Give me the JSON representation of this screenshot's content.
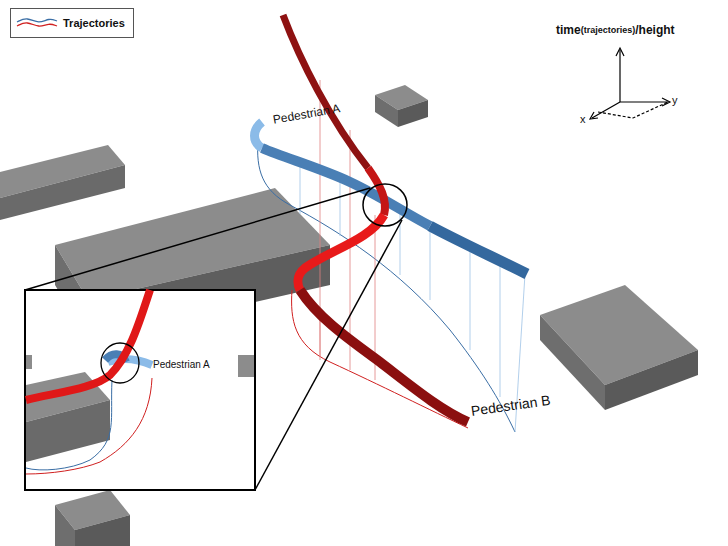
{
  "diagram": {
    "labels": [
      "time",
      "(trajectories)",
      "/height",
      "x",
      "y",
      "Pedestrian A",
      "Pedestrian B",
      "Pedestrian A"
    ],
    "legend": [
      {
        "text": "Trajectories"
      }
    ]
  }
}
